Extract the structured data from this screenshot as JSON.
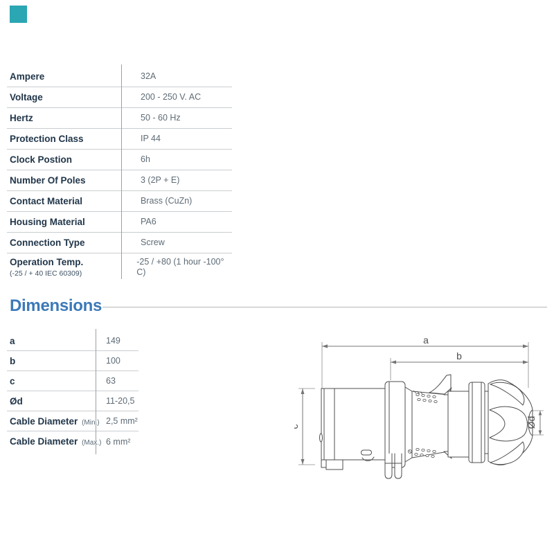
{
  "brand": {
    "color": "#2BA6B3"
  },
  "spec_table": {
    "rows": [
      {
        "label": "Ampere",
        "value": "32A"
      },
      {
        "label": "Voltage",
        "value": "200 - 250 V. AC"
      },
      {
        "label": "Hertz",
        "value": "50 - 60 Hz"
      },
      {
        "label": "Protection Class",
        "value": "IP 44"
      },
      {
        "label": "Clock Postion",
        "value": "6h"
      },
      {
        "label": "Number Of Poles",
        "value": "3 (2P + E)"
      },
      {
        "label": "Contact Material",
        "value": "Brass (CuZn)"
      },
      {
        "label": "Housing Material",
        "value": "PA6"
      },
      {
        "label": "Connection Type",
        "value": "Screw"
      },
      {
        "label": "Operation Temp.",
        "sublabel": "(-25 / + 40 IEC 60309)",
        "value": "-25 / +80 (1 hour -100° C)"
      }
    ]
  },
  "dimensions_section": {
    "heading": "Dimensions",
    "accent_color": "#3C79B8",
    "rows": [
      {
        "label": "a",
        "value": "149"
      },
      {
        "label": "b",
        "value": "100"
      },
      {
        "label": "c",
        "value": "63"
      },
      {
        "label": "Ød",
        "value": "11-20,5"
      },
      {
        "label": "Cable Diameter",
        "suffix": "(Min.)",
        "value": "2,5 mm²"
      },
      {
        "label": "Cable Diameter",
        "suffix": "(Max.)",
        "value": "6 mm²"
      }
    ]
  },
  "drawing": {
    "labels": {
      "a": "a",
      "b": "b",
      "c": "c",
      "d": "Ød"
    }
  }
}
